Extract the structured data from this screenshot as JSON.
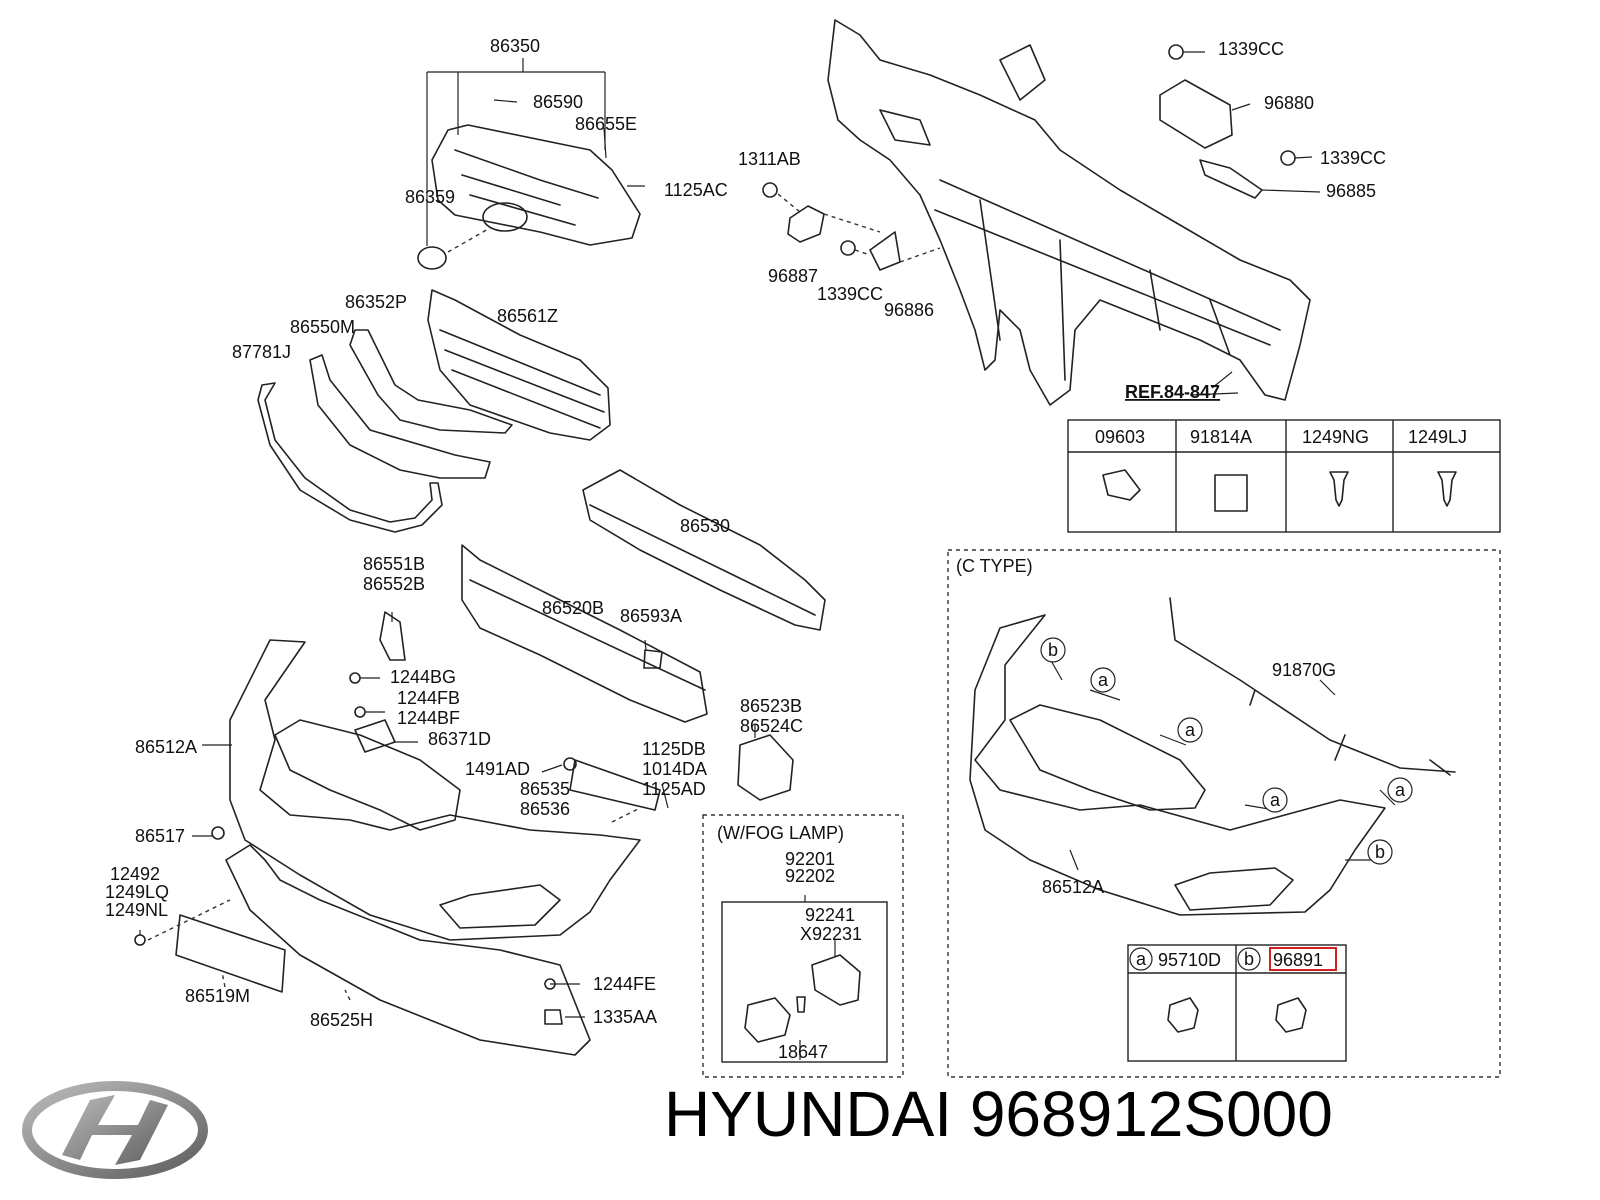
{
  "brand": {
    "name": "HYUNDAI",
    "part_number": "968912S000",
    "logo_icon": "hyundai-logo-icon"
  },
  "accent_color": "#d42020",
  "labels": [
    "86350",
    "86590",
    "86655E",
    "86359",
    "1125AC",
    "1311AB",
    "96887",
    "1339CC",
    "96886",
    "1339CC",
    "96880",
    "1339CC",
    "96885",
    "REF.84-847",
    "86352P",
    "86550M",
    "86561Z",
    "87781J",
    "86530",
    "86551B",
    "86552B",
    "86520B",
    "86593A",
    "1244BG",
    "1244FB",
    "1244BF",
    "86371D",
    "86512A",
    "1491AD",
    "86535",
    "86536",
    "1125DB",
    "1014DA",
    "1125AD",
    "86523B",
    "86524C",
    "86517",
    "12492",
    "1249LQ",
    "1249NL",
    "1244FE",
    "1335AA",
    "86519M",
    "86525H",
    "(W/FOG LAMP)",
    "92201",
    "92202",
    "92241",
    "X92231",
    "18647",
    "(C TYPE)",
    "91870G",
    "86512A"
  ],
  "fastener_table": {
    "headers": [
      "09603",
      "91814A",
      "1249NG",
      "1249LJ"
    ]
  },
  "sensor_table": {
    "headers": [
      {
        "marker": "a",
        "part": "95710D"
      },
      {
        "marker": "b",
        "part": "96891",
        "highlighted": true
      }
    ]
  },
  "ctype_markers": [
    "b",
    "a",
    "a",
    "a",
    "a",
    "b"
  ]
}
